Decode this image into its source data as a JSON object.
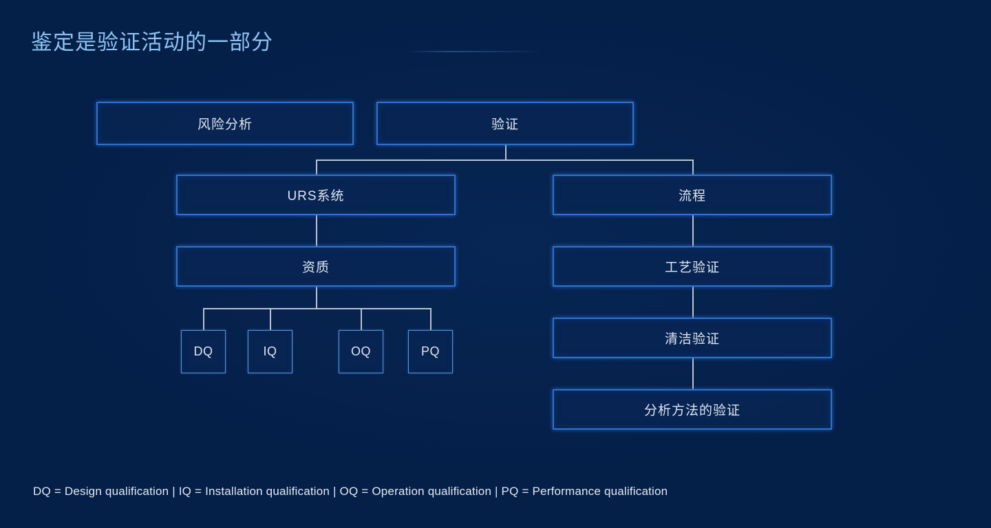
{
  "slide": {
    "title": "鉴定是验证活动的一部分",
    "background_color": "#041f48",
    "title_color": "#8fc2f2",
    "node_border_color": "#2f72d0",
    "node_text_color": "#dfe6ee",
    "connector_color": "#b9c5cf",
    "footnote": "DQ = Design qualification | IQ = Installation qualification | OQ = Operation qualification | PQ = Performance qualification"
  },
  "diagram": {
    "type": "tree",
    "nodes": {
      "risk_analysis": "风险分析",
      "validation": "验证",
      "urs_system": "URS系统",
      "process": "流程",
      "qualification": "资质",
      "process_validation": "工艺验证",
      "cleaning_validation": "清洁验证",
      "analytical_method_validation": "分析方法的验证",
      "dq": "DQ",
      "iq": "IQ",
      "oq": "OQ",
      "pq": "PQ"
    },
    "legend": [
      {
        "abbr": "DQ",
        "meaning": "Design qualification"
      },
      {
        "abbr": "IQ",
        "meaning": "Installation qualification"
      },
      {
        "abbr": "OQ",
        "meaning": "Operation qualification"
      },
      {
        "abbr": "PQ",
        "meaning": "Performance qualification"
      }
    ]
  }
}
